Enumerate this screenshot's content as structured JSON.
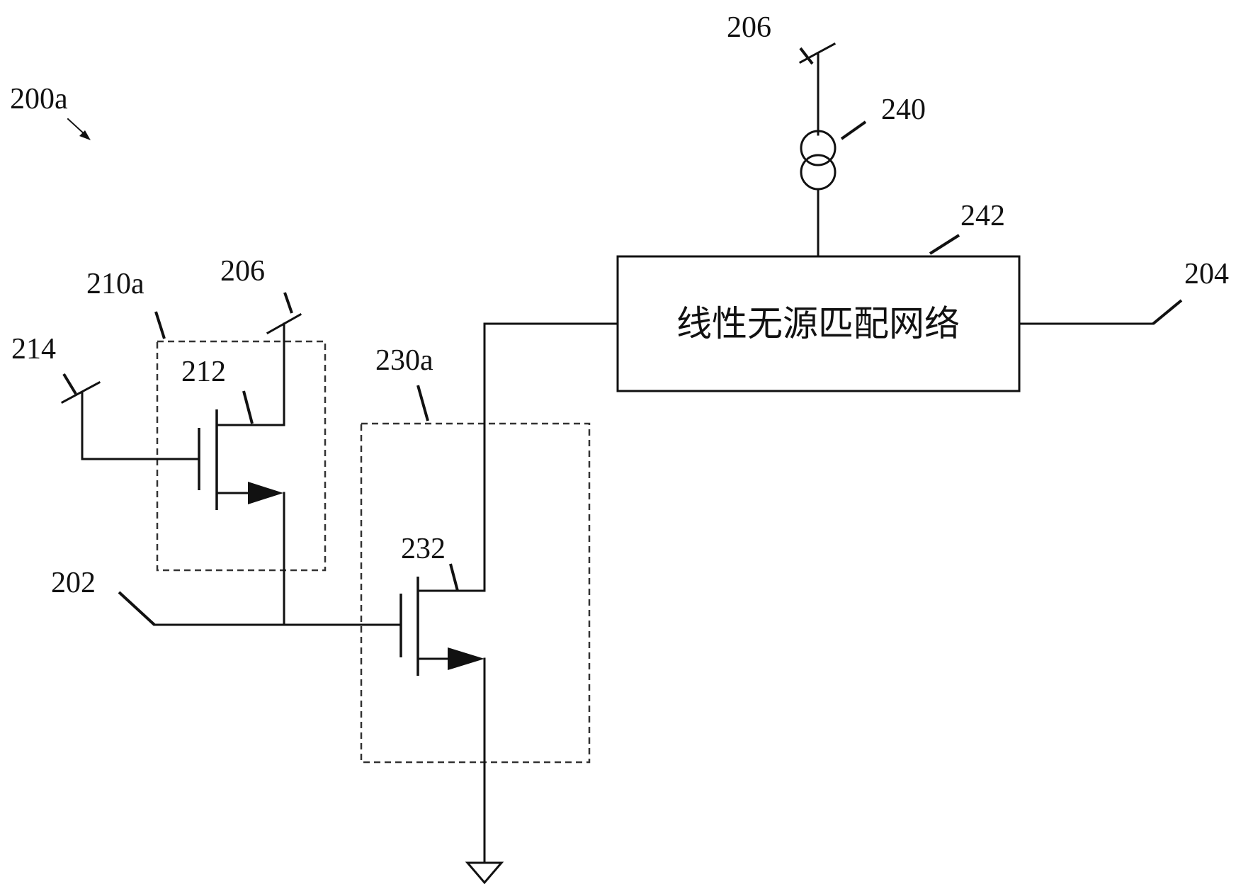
{
  "figure_label": "200a",
  "labels": {
    "vdd_top": "206",
    "current_source": "240",
    "matching_network": "242",
    "output": "204",
    "module_210": "210a",
    "vdd_left": "206",
    "bias_input": "214",
    "transistor_212": "212",
    "module_230": "230a",
    "transistor_232": "232",
    "input": "202"
  },
  "matching_network_text": "线性无源匹配网络"
}
